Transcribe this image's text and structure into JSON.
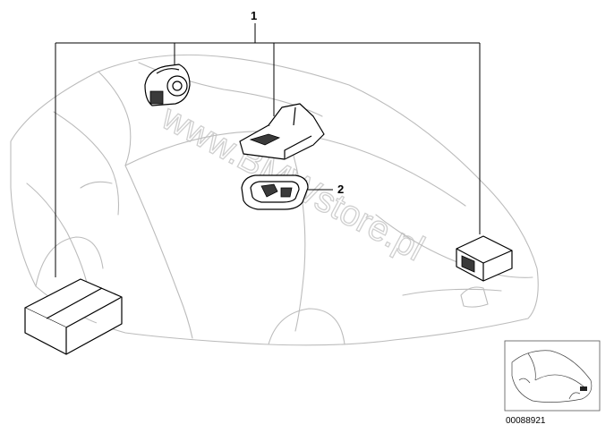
{
  "diagram": {
    "callouts": [
      {
        "label": "1"
      },
      {
        "label": "2"
      }
    ],
    "watermark": "www.BMWstore.pl",
    "part_number": "00088921"
  }
}
